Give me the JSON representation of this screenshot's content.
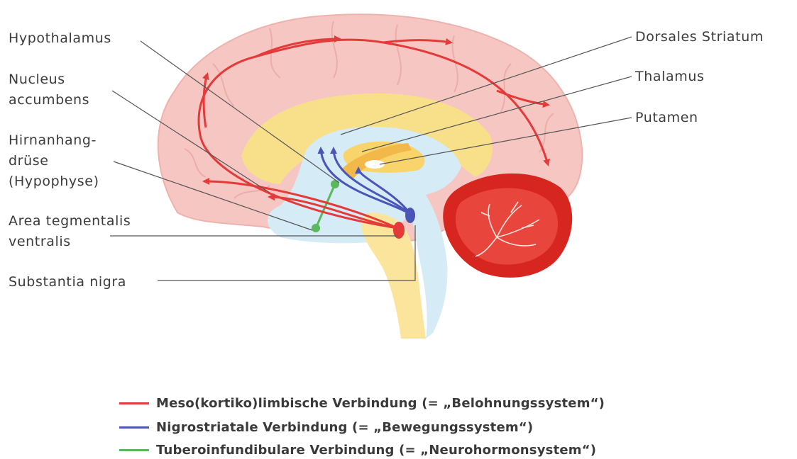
{
  "labels": {
    "hypothalamus": "Hypothalamus",
    "nucleus_accumbens_1": "Nucleus",
    "nucleus_accumbens_2": "accumbens",
    "hirnanhang_1": "Hirnanhang-",
    "hirnanhang_2": "drüse",
    "hirnanhang_3": "(Hypophyse)",
    "vta_1": "Area tegmentalis",
    "vta_2": "ventralis",
    "substantia_nigra": "Substantia nigra",
    "dorsales_striatum": "Dorsales Striatum",
    "thalamus": "Thalamus",
    "putamen": "Putamen"
  },
  "legend": [
    {
      "text": "Meso(kortiko)limbische Verbindung (= „Belohnungssystem“)",
      "color": "#e53a3a"
    },
    {
      "text": "Nigrostriatale Verbindung (= „Bewegungssystem“)",
      "color": "#4a55b8"
    },
    {
      "text": "Tuberoinfundibulare Verbindung (= „Neurohormonsystem“)",
      "color": "#5cb85c"
    }
  ],
  "colors": {
    "cortex": "#f6c6c2",
    "cortex_fold": "#e9a8a3",
    "white_matter": "#f8e08a",
    "ventricle": "#d5ebf5",
    "brainstem": "#fbe59c",
    "cerebellum": "#d7251f",
    "cerebellum_dark": "#b5150f",
    "mesolimbic": "#e53a3a",
    "nigrostriatal": "#4a55b8",
    "tuberoinfundibular": "#5cb85c",
    "leader_line": "#555555"
  }
}
